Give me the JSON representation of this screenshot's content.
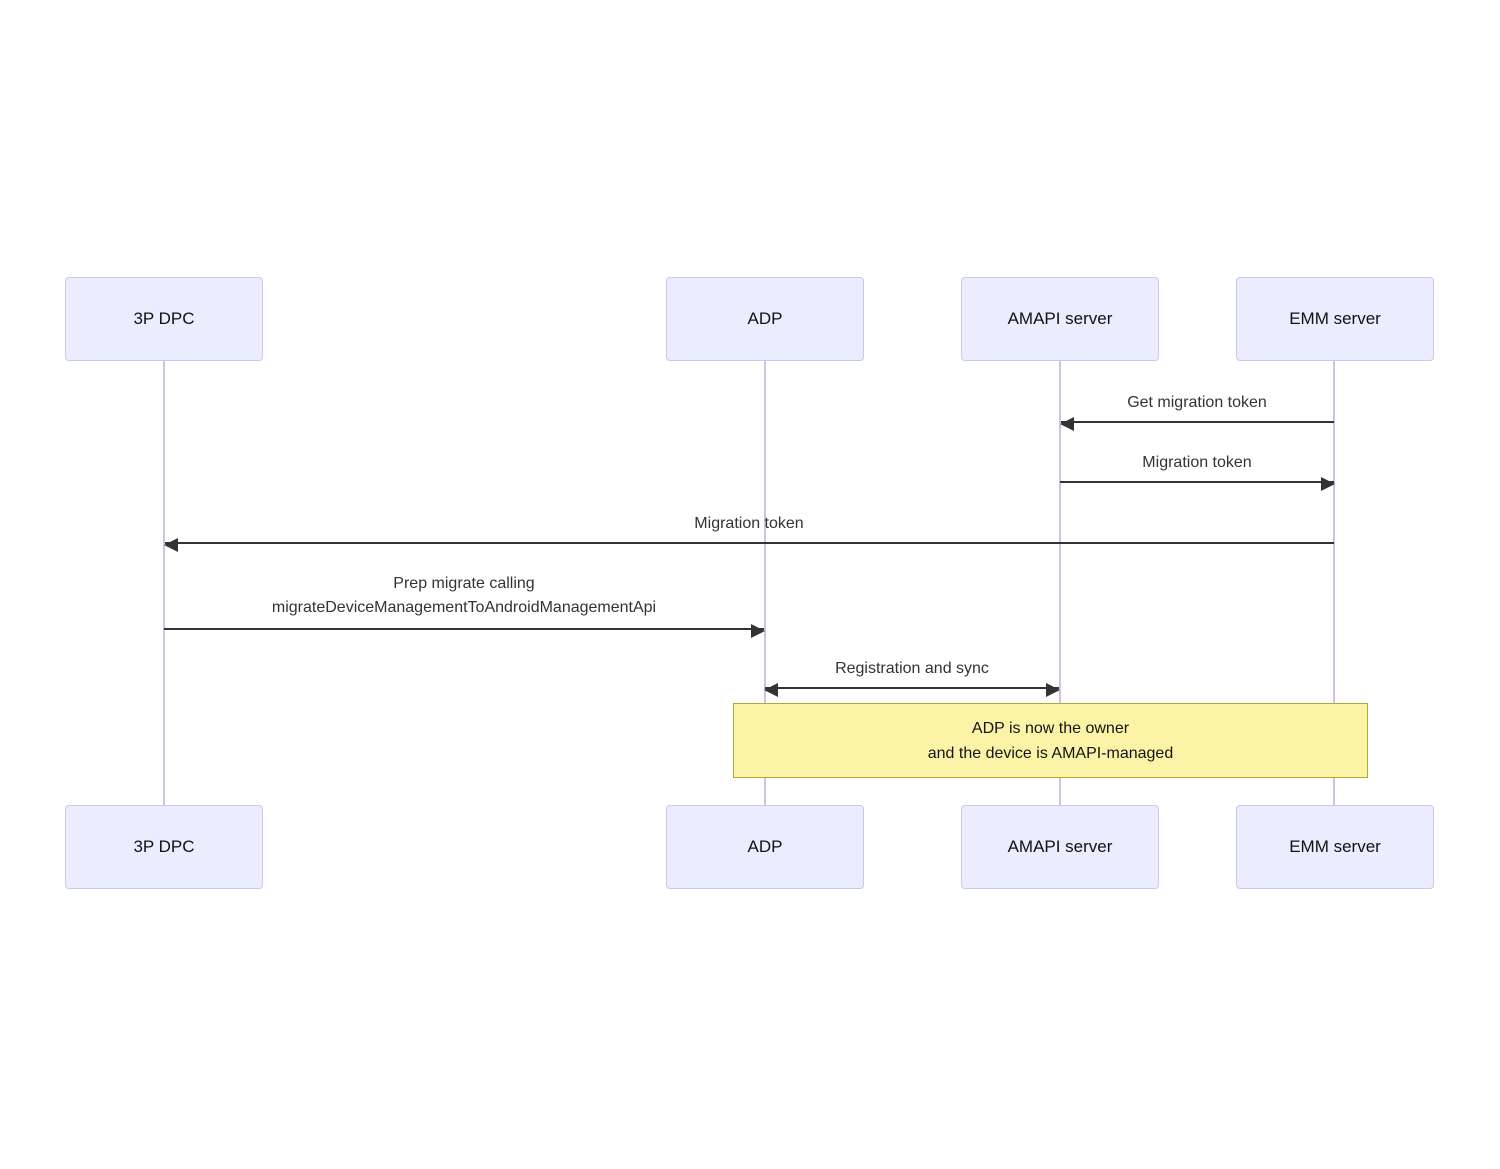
{
  "diagram": {
    "type": "sequence-diagram",
    "actors": [
      {
        "label": "3P DPC"
      },
      {
        "label": "ADP"
      },
      {
        "label": "AMAPI server"
      },
      {
        "label": "EMM server"
      }
    ],
    "messages": [
      {
        "label": "Get migration token",
        "from": "EMM server",
        "to": "AMAPI server",
        "arrow": "left"
      },
      {
        "label": "Migration token",
        "from": "AMAPI server",
        "to": "EMM server",
        "arrow": "right"
      },
      {
        "label": "Migration token",
        "from": "EMM server",
        "to": "3P DPC",
        "arrow": "left"
      },
      {
        "label": "Prep migrate calling\nmigrateDeviceManagementToAndroidManagementApi",
        "from": "3P DPC",
        "to": "ADP",
        "arrow": "right"
      },
      {
        "label": "Registration and sync",
        "from": "ADP",
        "to": "AMAPI server",
        "arrow": "both"
      }
    ],
    "note": {
      "text": "ADP is now the owner\nand the device is AMAPI-managed",
      "over": "ADP to EMM server"
    }
  },
  "colors": {
    "actor_fill": "#ECECFF",
    "actor_border": "#CCC6EA",
    "lifeline": "#CCC3E6",
    "arrow": "#333333",
    "message_text": "#333333",
    "note_fill": "#FBF4A7",
    "note_border": "#AAAA33",
    "canvas_bg": "#FFFFFF"
  }
}
